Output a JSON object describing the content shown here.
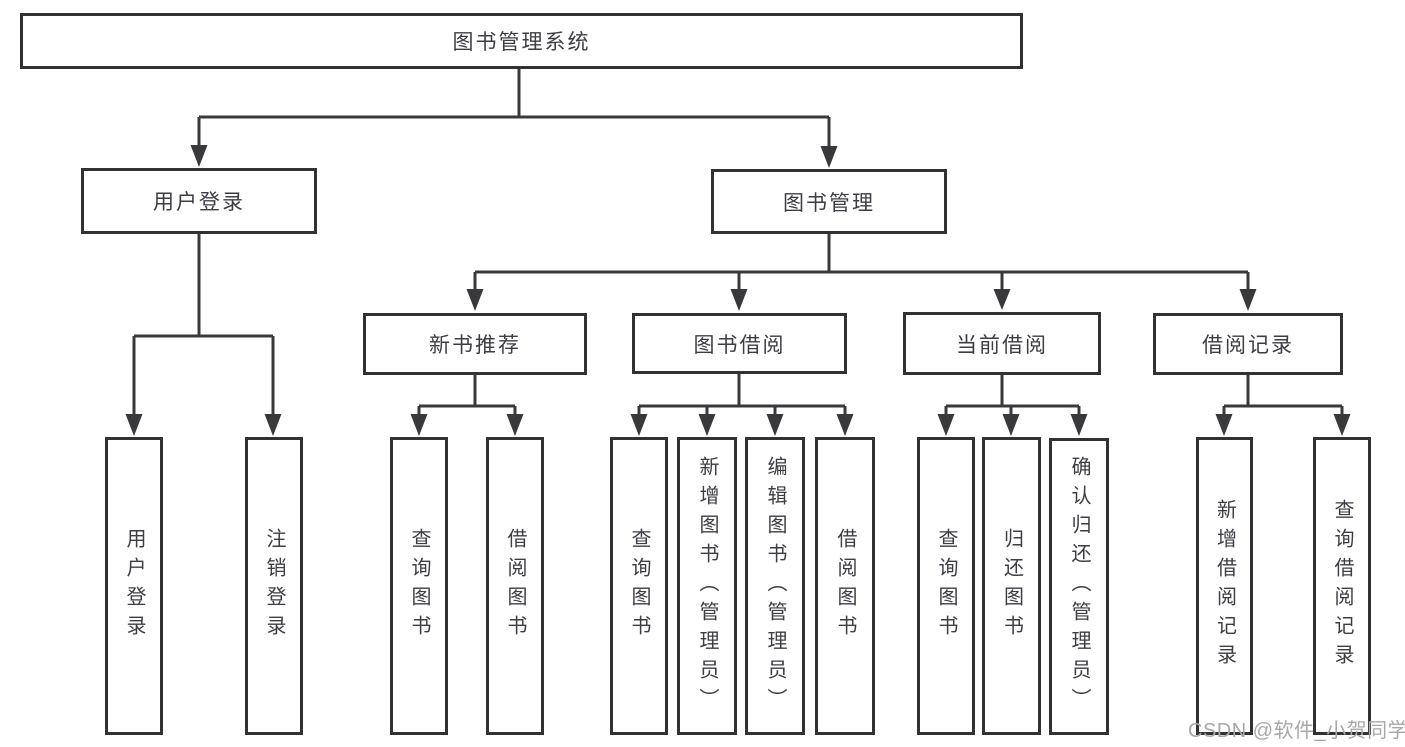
{
  "tree": {
    "label": "图书管理系统",
    "children": [
      {
        "label": "用户登录",
        "children": [
          {
            "label": "用户登录"
          },
          {
            "label": "注销登录"
          }
        ]
      },
      {
        "label": "图书管理",
        "children": [
          {
            "label": "新书推荐",
            "children": [
              {
                "label": "查询图书"
              },
              {
                "label": "借阅图书"
              }
            ]
          },
          {
            "label": "图书借阅",
            "children": [
              {
                "label": "查询图书"
              },
              {
                "label": "新增图书（管理员）"
              },
              {
                "label": "编辑图书（管理员）"
              },
              {
                "label": "借阅图书"
              }
            ]
          },
          {
            "label": "当前借阅",
            "children": [
              {
                "label": "查询图书"
              },
              {
                "label": "归还图书"
              },
              {
                "label": "确认归还（管理员）"
              }
            ]
          },
          {
            "label": "借阅记录",
            "children": [
              {
                "label": "新增借阅记录"
              },
              {
                "label": "查询借阅记录"
              }
            ]
          }
        ]
      }
    ]
  },
  "watermark": {
    "text": "CSDN @软件_小贺同学"
  },
  "colors": {
    "line": "#39393c",
    "box_border": "#323235",
    "text": "#3d3d44",
    "watermark": "#a8a8a8"
  }
}
